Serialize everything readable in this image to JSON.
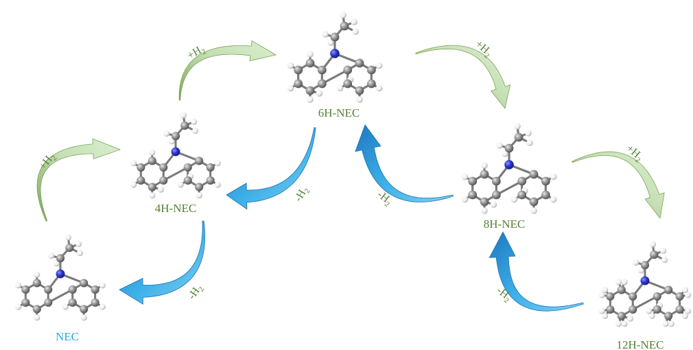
{
  "species": [
    {
      "id": "nec",
      "label": "NEC",
      "color": "#29a8e0",
      "saturation": "aromatic"
    },
    {
      "id": "4h",
      "label": "4H-NEC",
      "color": "#548235",
      "saturation": "partial"
    },
    {
      "id": "6h",
      "label": "6H-NEC",
      "color": "#548235",
      "saturation": "partial"
    },
    {
      "id": "8h",
      "label": "8H-NEC",
      "color": "#548235",
      "saturation": "partial"
    },
    {
      "id": "12h",
      "label": "12H-NEC",
      "color": "#548235",
      "saturation": "saturated"
    }
  ],
  "steps": {
    "hydrogenation": {
      "sign": "+",
      "element": "H",
      "subscript": "2",
      "arrow_color": "#a9d18e"
    },
    "dehydrogenation": {
      "sign": "-",
      "element": "H",
      "subscript": "2",
      "arrow_color": "#2e9fd8"
    }
  },
  "atom_colors": {
    "carbon": "#8c8c8c",
    "nitrogen": "#2b35c8",
    "hydrogen": "#f2f2f2"
  }
}
